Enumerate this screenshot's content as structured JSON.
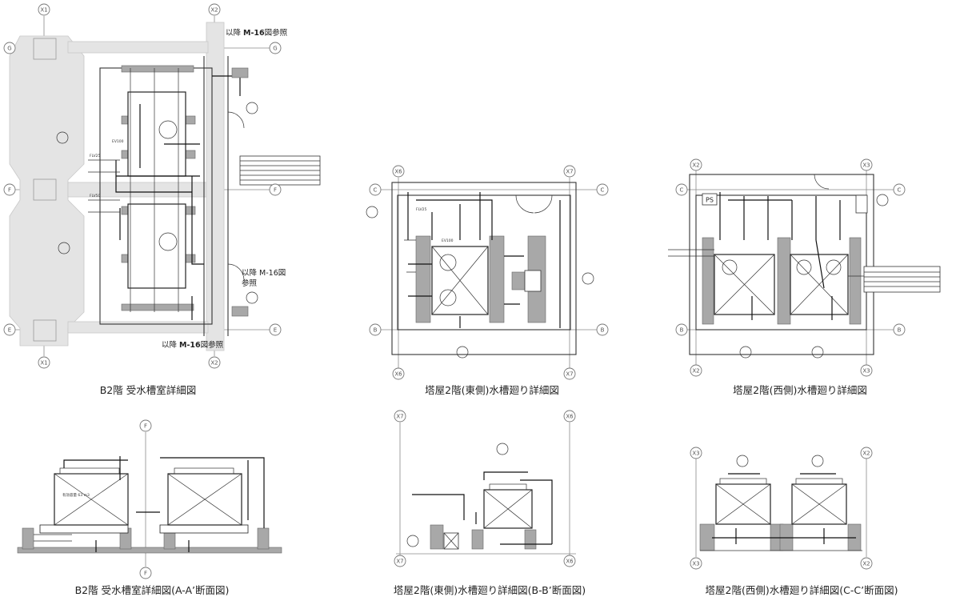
{
  "captions": {
    "b2_plan": "B2階 受水槽室詳細図",
    "east_plan": "塔屋2階(東側)水槽廻り詳細図",
    "west_plan": "塔屋2階(西側)水槽廻り詳細図",
    "b2_section": "B2階 受水槽室詳細図(A-A’断面図)",
    "east_section": "塔屋2階(東側)水槽廻り詳細図(B-B’断面図)",
    "west_section": "塔屋2階(西側)水槽廻り詳細図(C-C’断面図)"
  },
  "references": {
    "top": {
      "prefix": "以降 ",
      "code": "M-16",
      "suffix": "図参照"
    },
    "middle_line1": "以降 M-16図",
    "middle_line2": "参照",
    "bottom": {
      "prefix": "以降 ",
      "code": "M-16",
      "suffix": "図参照"
    }
  },
  "grid_labels": {
    "x1": "X1",
    "x2": "X2",
    "x3": "X3",
    "x6": "X6",
    "x7": "X7",
    "g": "G",
    "f": "F",
    "e": "E",
    "c": "C",
    "b": "B"
  },
  "ps_label": "PS"
}
